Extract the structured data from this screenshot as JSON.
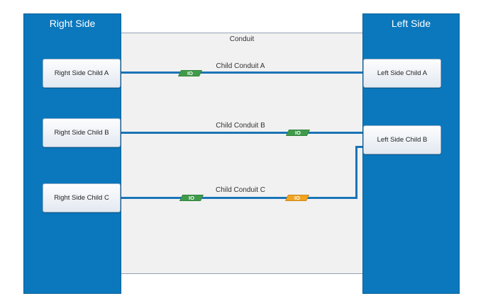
{
  "colors": {
    "side_panel": "#0b78bd",
    "wire": "#1a74b6",
    "io_green": "#3f9b4a",
    "io_orange": "#f2a31f",
    "conduit_bg": "#f1f1f1"
  },
  "right_side": {
    "title": "Right Side",
    "children": [
      "Right Side Child A",
      "Right Side Child B",
      "Right Side Child C"
    ]
  },
  "left_side": {
    "title": "Left Side",
    "children": [
      "Left Side Child A",
      "Left Side Child B"
    ]
  },
  "conduit": {
    "title": "Conduit",
    "children": [
      {
        "label": "Child Conduit A",
        "io": [
          {
            "text": "IO",
            "color": "green"
          }
        ]
      },
      {
        "label": "Child Conduit B",
        "io": [
          {
            "text": "IO",
            "color": "green"
          }
        ]
      },
      {
        "label": "Child Conduit C",
        "io": [
          {
            "text": "IO",
            "color": "green"
          },
          {
            "text": "IO",
            "color": "orange"
          }
        ]
      }
    ]
  }
}
